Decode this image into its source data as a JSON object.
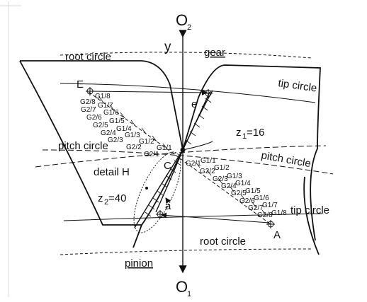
{
  "labels": {
    "o2": "O",
    "o2_sub": "2",
    "o1": "O",
    "o1_sub": "1",
    "y_axis": "y",
    "gear": "gear",
    "pinion": "pinion",
    "root_circle_top": "root circle",
    "root_circle_bottom": "root circle",
    "tip_circle_top": "tip circle",
    "tip_circle_bottom": "tip circle",
    "pitch_circle_left": "pitch circle",
    "pitch_circle_right": "pitch circle",
    "point_e_upper": "E",
    "point_e_lower": "e",
    "point_a_upper": "A",
    "point_a_lower": "a",
    "point_c": "C",
    "detail": "detail H",
    "z1": "z",
    "z1_sub": "1",
    "z1_val": "=16",
    "z2": "z",
    "z2_sub": "2",
    "z2_val": "=40",
    "g_upper": [
      "G1/8",
      "G2/8",
      "G1/7",
      "G2/7",
      "G1/6",
      "G2/6",
      "G1/5",
      "G2/5",
      "G1/4",
      "G2/4",
      "G1/3",
      "G2/3",
      "G1/2",
      "G2/2",
      "G1/1",
      "G2/1"
    ],
    "g_lower": [
      "G2/1",
      "G1/1",
      "G2/2",
      "G1/2",
      "G2/3",
      "G1/3",
      "G2/4",
      "G1/4",
      "G2/5",
      "G1/5",
      "G2/6",
      "G1/6",
      "G2/7",
      "G1/7",
      "G2/8",
      "G1/8"
    ]
  },
  "colors": {
    "line": "#111111",
    "frame": "#d8d8d8",
    "background": "#ffffff"
  }
}
